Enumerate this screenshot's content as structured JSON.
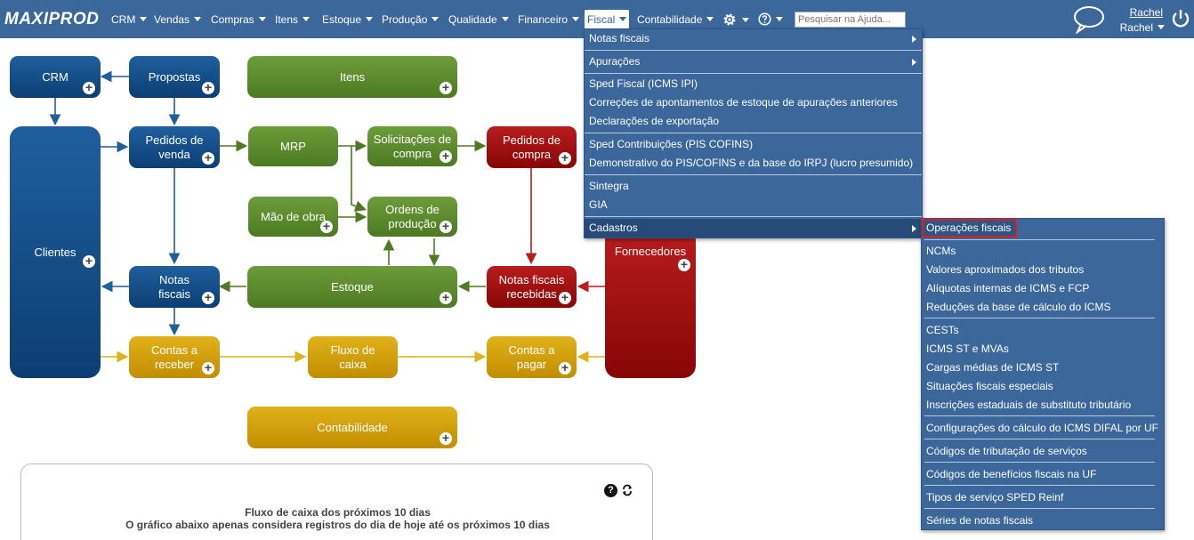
{
  "app": {
    "logo": "MAXIPROD"
  },
  "nav": {
    "items": [
      "CRM",
      "Vendas",
      "Compras",
      "Itens",
      "Estoque",
      "Produção",
      "Qualidade",
      "Financeiro",
      "Fiscal",
      "Contabilidade"
    ],
    "active": "Fiscal",
    "search_placeholder": "Pesquisar na Ajuda...",
    "user_link": "Rachel",
    "user_menu": "Rachel"
  },
  "flow": {
    "crm": "CRM",
    "propostas": "Propostas",
    "itens": "Itens",
    "clientes": "Clientes",
    "pedidos_venda": "Pedidos de venda",
    "mrp": "MRP",
    "solicitacoes_compra": "Solicitações de compra",
    "pedidos_compra": "Pedidos de compra",
    "mao_obra": "Mão de obra",
    "ordens_producao": "Ordens de produção",
    "fornecedores": "Fornecedores",
    "notas_fiscais": "Notas fiscais",
    "estoque": "Estoque",
    "notas_recebidas": "Notas fiscais recebidas",
    "contas_receber": "Contas a receber",
    "fluxo_caixa": "Fluxo de caixa",
    "contas_pagar": "Contas a pagar",
    "contabilidade": "Contabilidade"
  },
  "panel": {
    "title": "Fluxo de caixa dos próximos 10 dias",
    "subtitle": "O gráfico abaixo apenas considera registros do dia de hoje até os próximos 10 dias",
    "help_glyph": "?"
  },
  "fiscal_menu": {
    "items": [
      "Notas fiscais",
      "Apurações",
      "Sped Fiscal (ICMS IPI)",
      "Correções de apontamentos de estoque de apurações anteriores",
      "Declarações de exportação",
      "Sped Contribuições (PIS COFINS)",
      "Demonstrativo do PIS/COFINS e da base do IRPJ (lucro presumido)",
      "Sintegra",
      "GIA",
      "Cadastros"
    ]
  },
  "cadastros_menu": {
    "items": [
      "Operações fiscais",
      "NCMs",
      "Valores aproximados dos tributos",
      "Alíquotas internas de ICMS e FCP",
      "Reduções da base de cálculo do ICMS",
      "CESTs",
      "ICMS ST e MVAs",
      "Cargas médias de ICMS ST",
      "Situações fiscais especiais",
      "Inscrições estaduais de substituto tributário",
      "Configurações do cálculo do ICMS DIFAL por UF",
      "Códigos de tributação de serviços",
      "Códigos de benefícios fiscais na UF",
      "Tipos de serviço SPED Reinf",
      "Séries de notas fiscais"
    ]
  },
  "colors": {
    "header": "#3b679b",
    "blue": "#0c3e73",
    "green": "#4d7a22",
    "red": "#870606",
    "gold": "#c28d00",
    "highlight": "#e21a1a"
  },
  "icons": [
    "chat-bubble-icon",
    "gear-icon",
    "help-circle-icon",
    "power-icon",
    "plus-circle-icon",
    "refresh-icon"
  ]
}
